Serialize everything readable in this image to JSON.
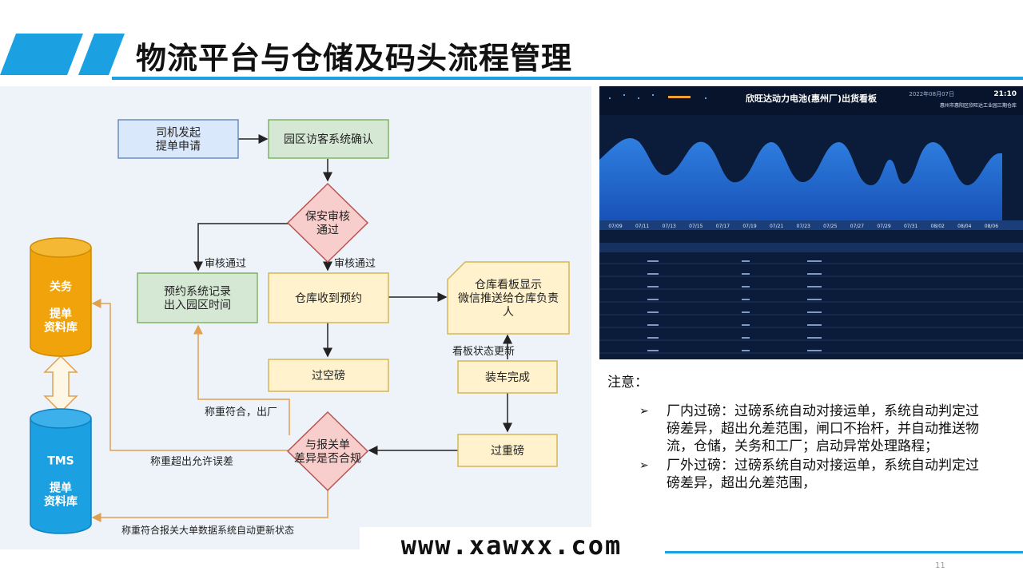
{
  "slide": {
    "title": "物流平台与仓储及码头流程管理",
    "page_number": "11",
    "watermark": "www.xawxx.com",
    "accent_color": "#1ba1e2"
  },
  "flow": {
    "nodes": {
      "driver_request": "司机发起\n提单申请",
      "visitor_confirm": "园区访客系统确认",
      "security_check": "保安审核\n通过",
      "reserve_record": "预约系统记录\n出入园区时间",
      "warehouse_receive": "仓库收到预约",
      "board_display": "仓库看板显示\n微信推送给仓库负责\n人",
      "empty_weigh": "过空磅",
      "loading_done": "装车完成",
      "heavy_weigh": "过重磅",
      "customs_check": "与报关单\n差异是否合规",
      "customs_db": "关务\n\n提单\n资料库",
      "tms_db": "TMS\n\n提单\n资料库"
    },
    "edge_labels": {
      "audit_pass_left": "审核通过",
      "audit_pass_down": "审核通过",
      "board_update": "看板状态更新",
      "weight_ok_exit": "称重符合，出厂",
      "weight_exceed": "称重超出允许误差",
      "weight_ok_update": "称重符合报关大单数据系统自动更新状态"
    },
    "colors": {
      "blue_fill": "#dae8fc",
      "blue_stroke": "#6c8ebf",
      "green_fill": "#d5e8d4",
      "green_stroke": "#82b366",
      "red_fill": "#f8cecc",
      "red_stroke": "#b85450",
      "yellow_fill": "#fff2cc",
      "yellow_stroke": "#d6b656",
      "orange_db": "#f0a30a",
      "blue_db": "#1ba1e2",
      "arrow_orange": "#e0a050"
    }
  },
  "dashboard": {
    "title": "欣旺达动力电池(惠州厂)出货看板",
    "date": "2022年08月07日",
    "time": "21:10",
    "location": "惠州市惠阳区欣旺达工业园三期仓库",
    "x_labels": [
      "07/09",
      "07/11",
      "07/13",
      "07/15",
      "07/17",
      "07/19",
      "07/21",
      "07/23",
      "07/25",
      "07/27",
      "07/29",
      "07/31",
      "08/02",
      "08/04",
      "08/06"
    ]
  },
  "notes": {
    "heading": "注意：",
    "items": [
      "厂内过磅：过磅系统自动对接运单，系统自动判定过磅差异，超出允差范围，闸口不抬杆，并自动推送物流，仓储，关务和工厂；启动异常处理路程；",
      "厂外过磅：过磅系统自动对接运单，系统自动判定过磅差异，超出允差范围，"
    ],
    "bullet_glyph": "➢"
  }
}
